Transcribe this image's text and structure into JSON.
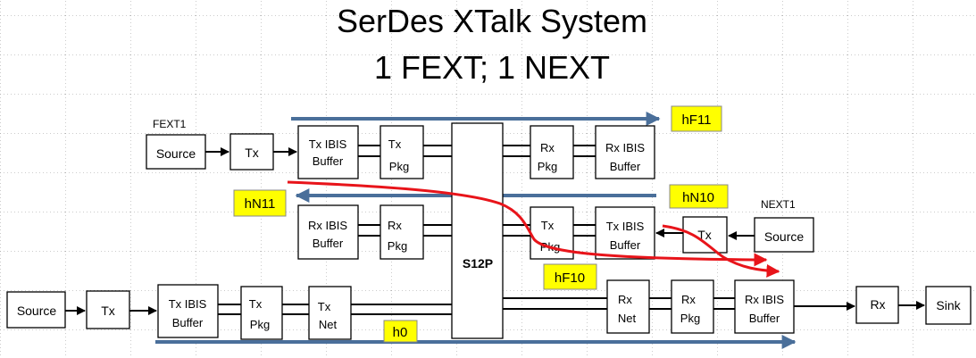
{
  "title": {
    "line1": "SerDes XTalk System",
    "line2": "1 FEXT; 1 NEXT"
  },
  "group_labels": {
    "fext1": "FEXT1",
    "next1": "NEXT1"
  },
  "blocks": {
    "fext_source": "Source",
    "fext_tx": "Tx",
    "fext_tx_ibis": [
      "Tx IBIS",
      "Buffer"
    ],
    "fext_tx_pkg": [
      "Tx",
      "Pkg"
    ],
    "fext_rx_pkg": [
      "Rx",
      "Pkg"
    ],
    "fext_rx_ibis": [
      "Rx IBIS",
      "Buffer"
    ],
    "mid_rx_ibis": [
      "Rx IBIS",
      "Buffer"
    ],
    "mid_rx_pkg": [
      "Rx",
      "Pkg"
    ],
    "next_tx_pkg": [
      "Tx",
      "Pkg"
    ],
    "next_tx_ibis": [
      "Tx IBIS",
      "Buffer"
    ],
    "next_tx": "Tx",
    "next_source": "Source",
    "s12p": "S12P",
    "main_source": "Source",
    "main_tx": "Tx",
    "main_tx_ibis": [
      "Tx IBIS",
      "Buffer"
    ],
    "main_tx_pkg": [
      "Tx",
      "Pkg"
    ],
    "main_tx_net": [
      "Tx",
      "Net"
    ],
    "main_rx_net": [
      "Rx",
      "Net"
    ],
    "main_rx_pkg": [
      "Rx",
      "Pkg"
    ],
    "main_rx_ibis": [
      "Rx IBIS",
      "Buffer"
    ],
    "main_rx": "Rx",
    "main_sink": "Sink"
  },
  "tags": {
    "hF11": "hF11",
    "hN10": "hN10",
    "hN11": "hN11",
    "hF10": "hF10",
    "h0": "h0"
  },
  "colors": {
    "path_arrow": "#4a6f9a",
    "xtalk_arrow": "#e8141a",
    "tag_fill": "#ffff00"
  }
}
